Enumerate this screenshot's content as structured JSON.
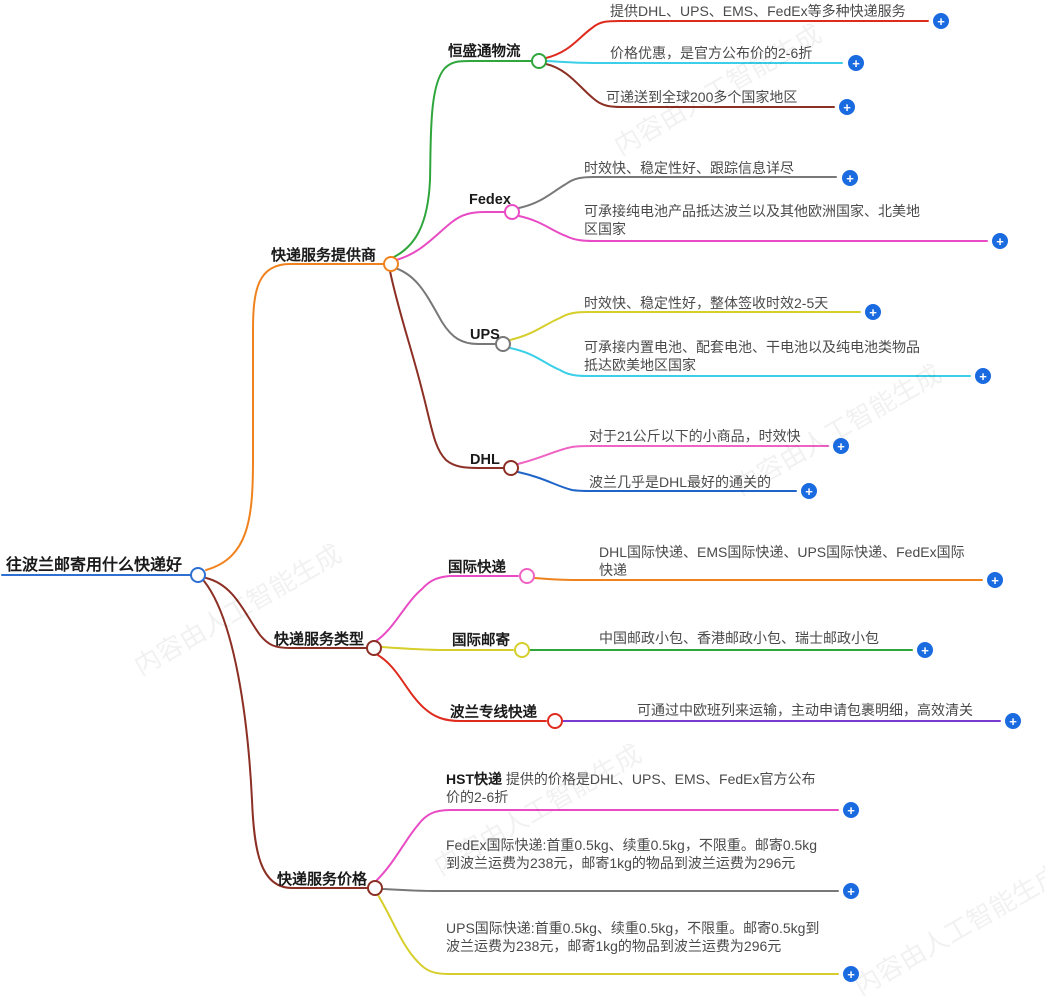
{
  "watermark": {
    "text": "内容由人工智能生成"
  },
  "icons": {
    "plus": "+"
  },
  "colors": {
    "root_blue": "#2e6fd4",
    "plus_blue": "#1a6ae0",
    "orange": "#f0821e",
    "maroon": "#8c2f25",
    "green": "#2fa63c",
    "magenta": "#e84bc4",
    "gray": "#787878",
    "red": "#df2b1e",
    "cyan": "#3bcfe8",
    "yellow": "#d6ce2a",
    "pink": "#ef63c3",
    "blue": "#1f64c8",
    "purple": "#7a3bd0",
    "leaf_text": "#4a4a4a"
  },
  "root": {
    "label": "往波兰邮寄用什么快递好"
  },
  "providers": {
    "label": "快递服务提供商",
    "hengshengtong": {
      "label": "恒盛通物流",
      "points": [
        "提供DHL、UPS、EMS、FedEx等多种快递服务",
        "价格优惠，是官方公布价的2-6折",
        "可递送到全球200多个国家地区"
      ]
    },
    "fedex": {
      "label": "Fedex",
      "points": [
        "时效快、稳定性好、跟踪信息详尽",
        "可承接纯电池产品抵达波兰以及其他欧洲国家、北美地区国家"
      ]
    },
    "ups": {
      "label": "UPS",
      "points": [
        "时效快、稳定性好，整体签收时效2-5天",
        "可承接内置电池、配套电池、干电池以及纯电池类物品抵达欧美地区国家"
      ]
    },
    "dhl": {
      "label": "DHL",
      "points": [
        "对于21公斤以下的小商品，时效快",
        "波兰几乎是DHL最好的通关的"
      ]
    }
  },
  "types": {
    "label": "快递服务类型",
    "international_express": {
      "label": "国际快递",
      "point": "DHL国际快递、EMS国际快递、UPS国际快递、FedEx国际快递"
    },
    "international_post": {
      "label": "国际邮寄",
      "point": "中国邮政小包、香港邮政小包、瑞士邮政小包"
    },
    "poland_line": {
      "label": "波兰专线快递",
      "point": "可通过中欧班列来运输，主动申请包裹明细，高效清关"
    }
  },
  "prices": {
    "label": "快递服务价格",
    "hst": {
      "brand": "HST快递",
      "rest": " 提供的价格是DHL、UPS、EMS、FedEx官方公布价的2-6折"
    },
    "fedex_price": "FedEx国际快递:首重0.5kg、续重0.5kg，不限重。邮寄0.5kg到波兰运费为238元，邮寄1kg的物品到波兰运费为296元",
    "ups_price": "UPS国际快递:首重0.5kg、续重0.5kg，不限重。邮寄0.5kg到波兰运费为238元，邮寄1kg的物品到波兰运费为296元"
  }
}
